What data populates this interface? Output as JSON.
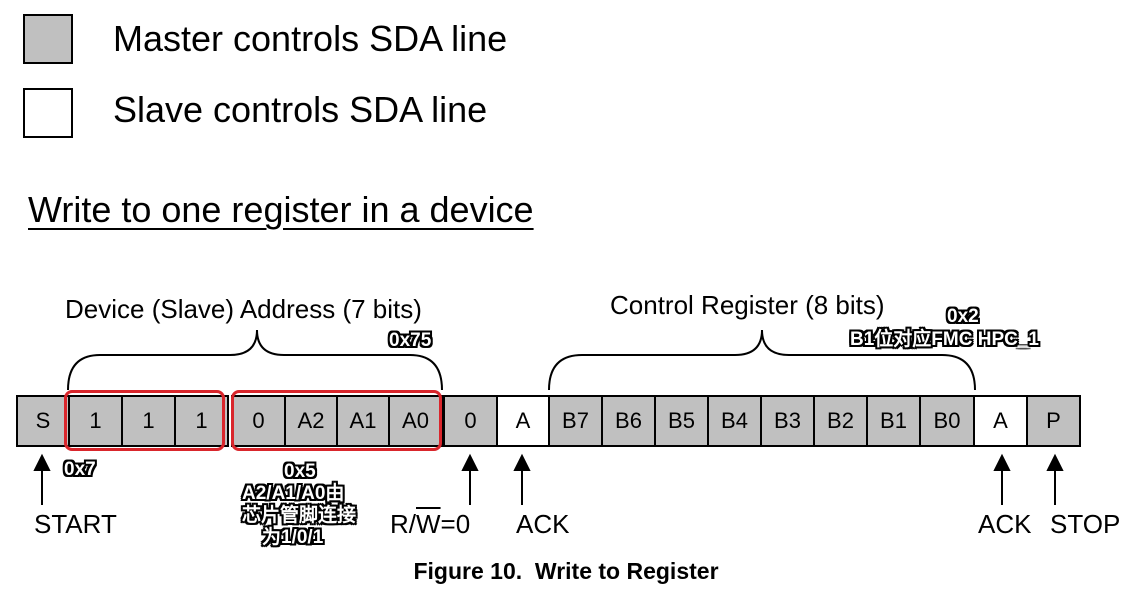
{
  "legend": {
    "master": {
      "label": "Master controls SDA line",
      "color": "#c0c0c0"
    },
    "slave": {
      "label": "Slave controls SDA line",
      "color": "#ffffff"
    }
  },
  "subtitle": "Write to one register in a device",
  "brace_labels": {
    "address": "Device (Slave) Address (7 bits)",
    "register": "Control Register (8 bits)"
  },
  "cells": [
    {
      "label": "S",
      "owner": "master"
    },
    {
      "label": "1",
      "owner": "master"
    },
    {
      "label": "1",
      "owner": "master"
    },
    {
      "label": "1",
      "owner": "master"
    },
    {
      "label": "0",
      "owner": "master"
    },
    {
      "label": "A2",
      "owner": "master"
    },
    {
      "label": "A1",
      "owner": "master"
    },
    {
      "label": "A0",
      "owner": "master"
    },
    {
      "label": "0",
      "owner": "master"
    },
    {
      "label": "A",
      "owner": "slave"
    },
    {
      "label": "B7",
      "owner": "master"
    },
    {
      "label": "B6",
      "owner": "master"
    },
    {
      "label": "B5",
      "owner": "master"
    },
    {
      "label": "B4",
      "owner": "master"
    },
    {
      "label": "B3",
      "owner": "master"
    },
    {
      "label": "B2",
      "owner": "master"
    },
    {
      "label": "B1",
      "owner": "master"
    },
    {
      "label": "B0",
      "owner": "master"
    },
    {
      "label": "A",
      "owner": "slave"
    },
    {
      "label": "P",
      "owner": "master"
    }
  ],
  "arrows": {
    "start": "START",
    "rw": "R/",
    "rw_bar": "W",
    "rw_value": "=0",
    "ack1": "ACK",
    "ack2": "ACK",
    "stop": "STOP"
  },
  "annotations": {
    "addr_hex": "0x75",
    "reg_hex": "0x2",
    "reg_note": "B1位对应FMC HPC_1",
    "upper_hex": "0x7",
    "lower_hex": "0x5",
    "lower_note_1": "A2/A1/A0由",
    "lower_note_2": "芯片管脚连接",
    "lower_note_3": "为1/0/1"
  },
  "caption": "Figure 10.  Write to Register",
  "colors": {
    "highlight": "#d9262c",
    "master": "#c0c0c0",
    "slave": "#ffffff"
  }
}
